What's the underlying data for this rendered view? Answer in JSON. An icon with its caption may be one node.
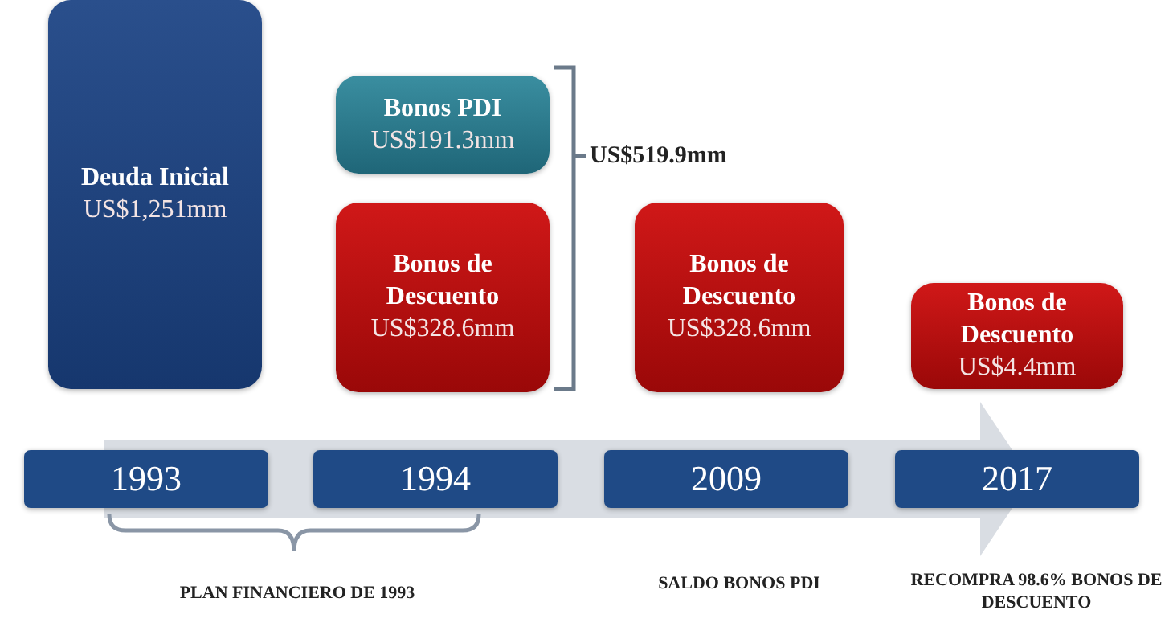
{
  "diagram": {
    "nodes": [
      {
        "text": [
          "Deuda Inicial",
          "US$1,251mm"
        ]
      },
      {
        "text": [
          "Bonos PDI",
          "US$191.3mm"
        ]
      },
      {
        "text": [
          "Bonos de Descuento",
          "US$328.6mm"
        ]
      },
      {
        "text": [
          "Bonos de Descuento",
          "US$328.6mm"
        ]
      },
      {
        "text": [
          "Bonos de Descuento",
          "US$4.4mm"
        ]
      },
      {
        "text": [
          "1993"
        ]
      },
      {
        "text": [
          "1994"
        ]
      },
      {
        "text": [
          "2009"
        ]
      },
      {
        "text": [
          "2017"
        ]
      }
    ],
    "edges": [],
    "labels": [
      "US$519.9mm",
      "PLAN FINANCIERO DE 1993",
      "SALDO BONOS PDI",
      "RECOMPRA 98.6% BONOS DE DESCUENTO"
    ]
  }
}
